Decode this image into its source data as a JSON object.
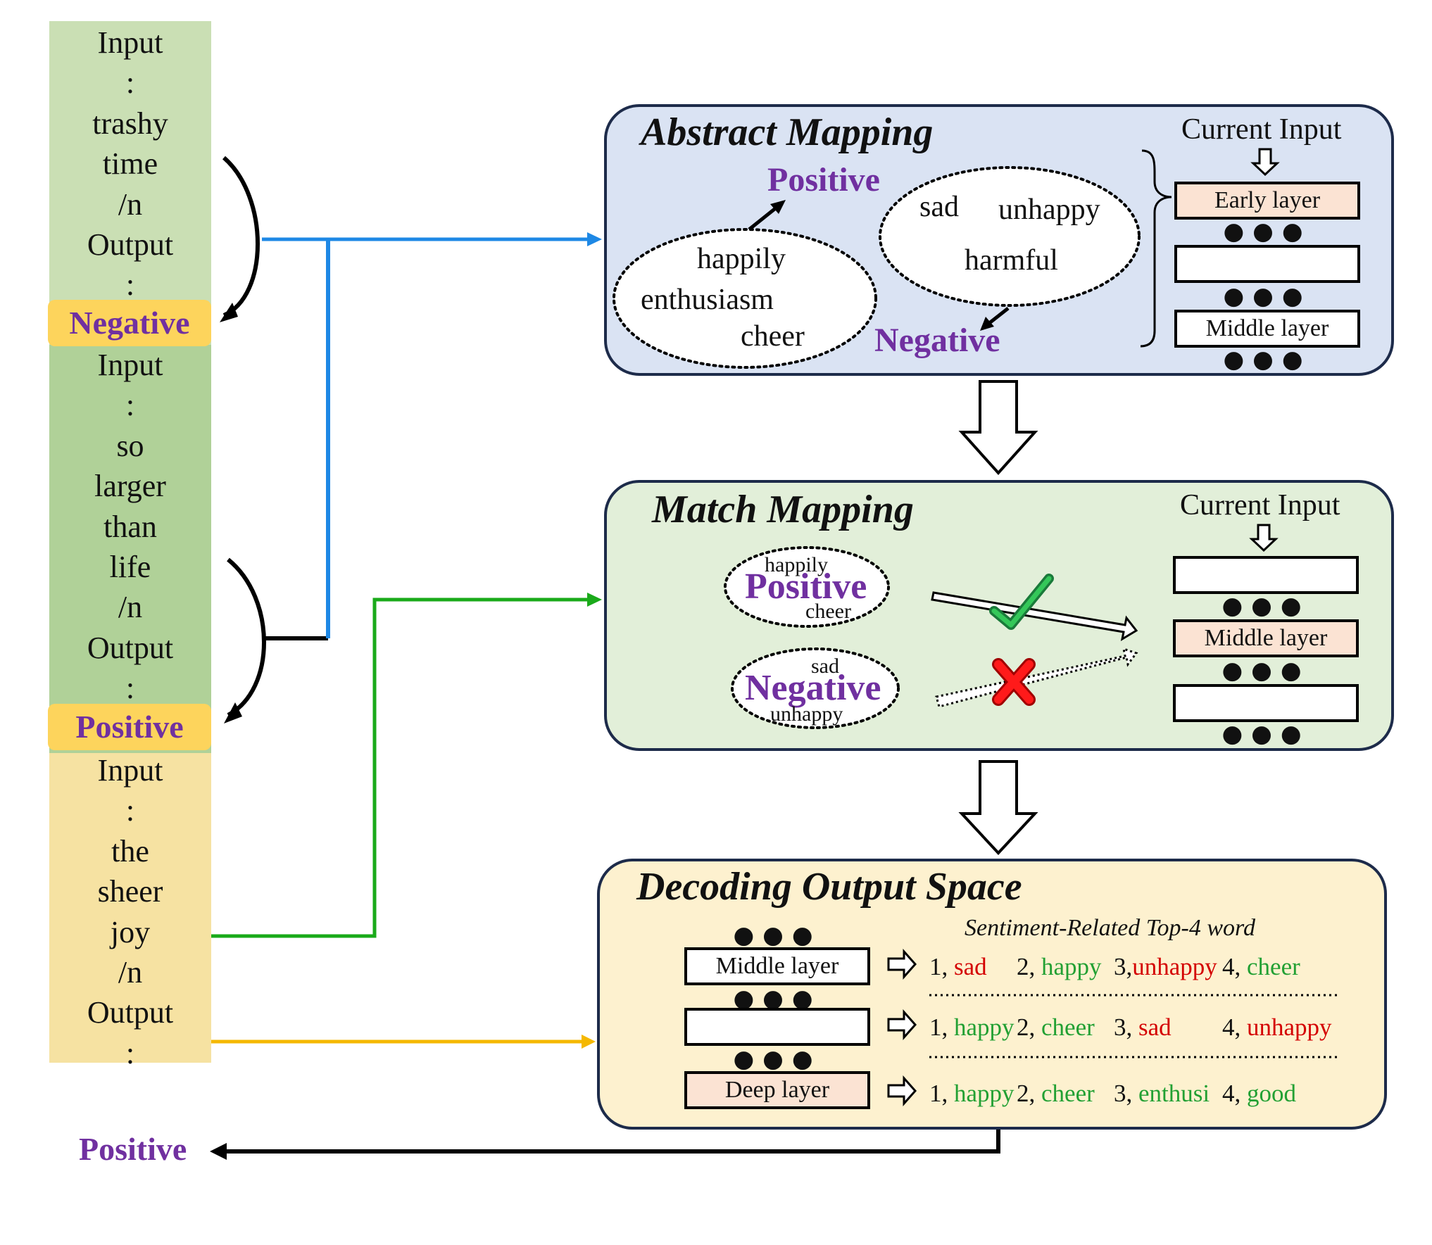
{
  "input_column": {
    "segment1_words": [
      "Input",
      ":",
      "trashy",
      "time",
      "/n",
      "Output",
      ":"
    ],
    "segment1_label": "Negative",
    "segment2_words": [
      "Input",
      ":",
      "so",
      "larger",
      "than",
      "life",
      "/n",
      "Output",
      ":"
    ],
    "segment2_label": "Positive",
    "segment3_words": [
      "Input",
      ":",
      "the",
      "sheer",
      "joy",
      "/n",
      "Output",
      ":"
    ]
  },
  "final_output": "Positive",
  "abstract_mapping": {
    "title": "Abstract Mapping",
    "current_input": "Current Input",
    "positive_label": "Positive",
    "negative_label": "Negative",
    "positive_words": [
      "happily",
      "enthusiasm",
      "cheer"
    ],
    "negative_words": [
      "sad",
      "unhappy",
      "harmful"
    ],
    "layers": [
      "Early layer",
      "",
      "Middle layer"
    ]
  },
  "match_mapping": {
    "title": "Match Mapping",
    "current_input": "Current Input",
    "positive_cluster": {
      "top": "happily",
      "label": "Positive",
      "bottom": "cheer"
    },
    "negative_cluster": {
      "top": "sad",
      "label": "Negative",
      "bottom": "unhappy"
    },
    "layers": [
      "",
      "Middle layer",
      ""
    ]
  },
  "decoding_output_space": {
    "title": "Decoding Output Space",
    "subtitle": "Sentiment-Related Top-4 word",
    "layers": [
      "Middle layer",
      "",
      "Deep layer"
    ],
    "rows": [
      [
        {
          "num": "1, ",
          "word": "sad",
          "sentiment": "negative"
        },
        {
          "num": "2, ",
          "word": "happy",
          "sentiment": "positive"
        },
        {
          "num": "3,",
          "word": "unhappy",
          "sentiment": "negative"
        },
        {
          "num": "4, ",
          "word": "cheer",
          "sentiment": "positive"
        }
      ],
      [
        {
          "num": "1, ",
          "word": "happy",
          "sentiment": "positive"
        },
        {
          "num": "2, ",
          "word": "cheer",
          "sentiment": "positive"
        },
        {
          "num": "3, ",
          "word": "sad",
          "sentiment": "negative"
        },
        {
          "num": "4, ",
          "word": "unhappy",
          "sentiment": "negative"
        }
      ],
      [
        {
          "num": "1, ",
          "word": "happy",
          "sentiment": "positive"
        },
        {
          "num": "2, ",
          "word": "cheer",
          "sentiment": "positive"
        },
        {
          "num": "3, ",
          "word": "enthusi",
          "sentiment": "positive"
        },
        {
          "num": "4, ",
          "word": "good",
          "sentiment": "positive"
        }
      ]
    ]
  },
  "colors": {
    "blue_arrow": "#1e88e5",
    "green_arrow": "#1aaa1a",
    "yellow_arrow": "#f5b800",
    "sentiment_purple": "#7030a0",
    "negative_red": "#d40000",
    "positive_green": "#22a033",
    "abstract_panel_bg": "#dae3f3",
    "match_panel_bg": "#e2efd9",
    "decoding_panel_bg": "#fdf1cf",
    "highlight_layer": "#fbe3d3"
  },
  "icons": [
    "check-icon",
    "cross-icon",
    "hollow-down-arrow-icon",
    "hollow-right-arrow-icon",
    "ellipsis-dots-icon"
  ]
}
